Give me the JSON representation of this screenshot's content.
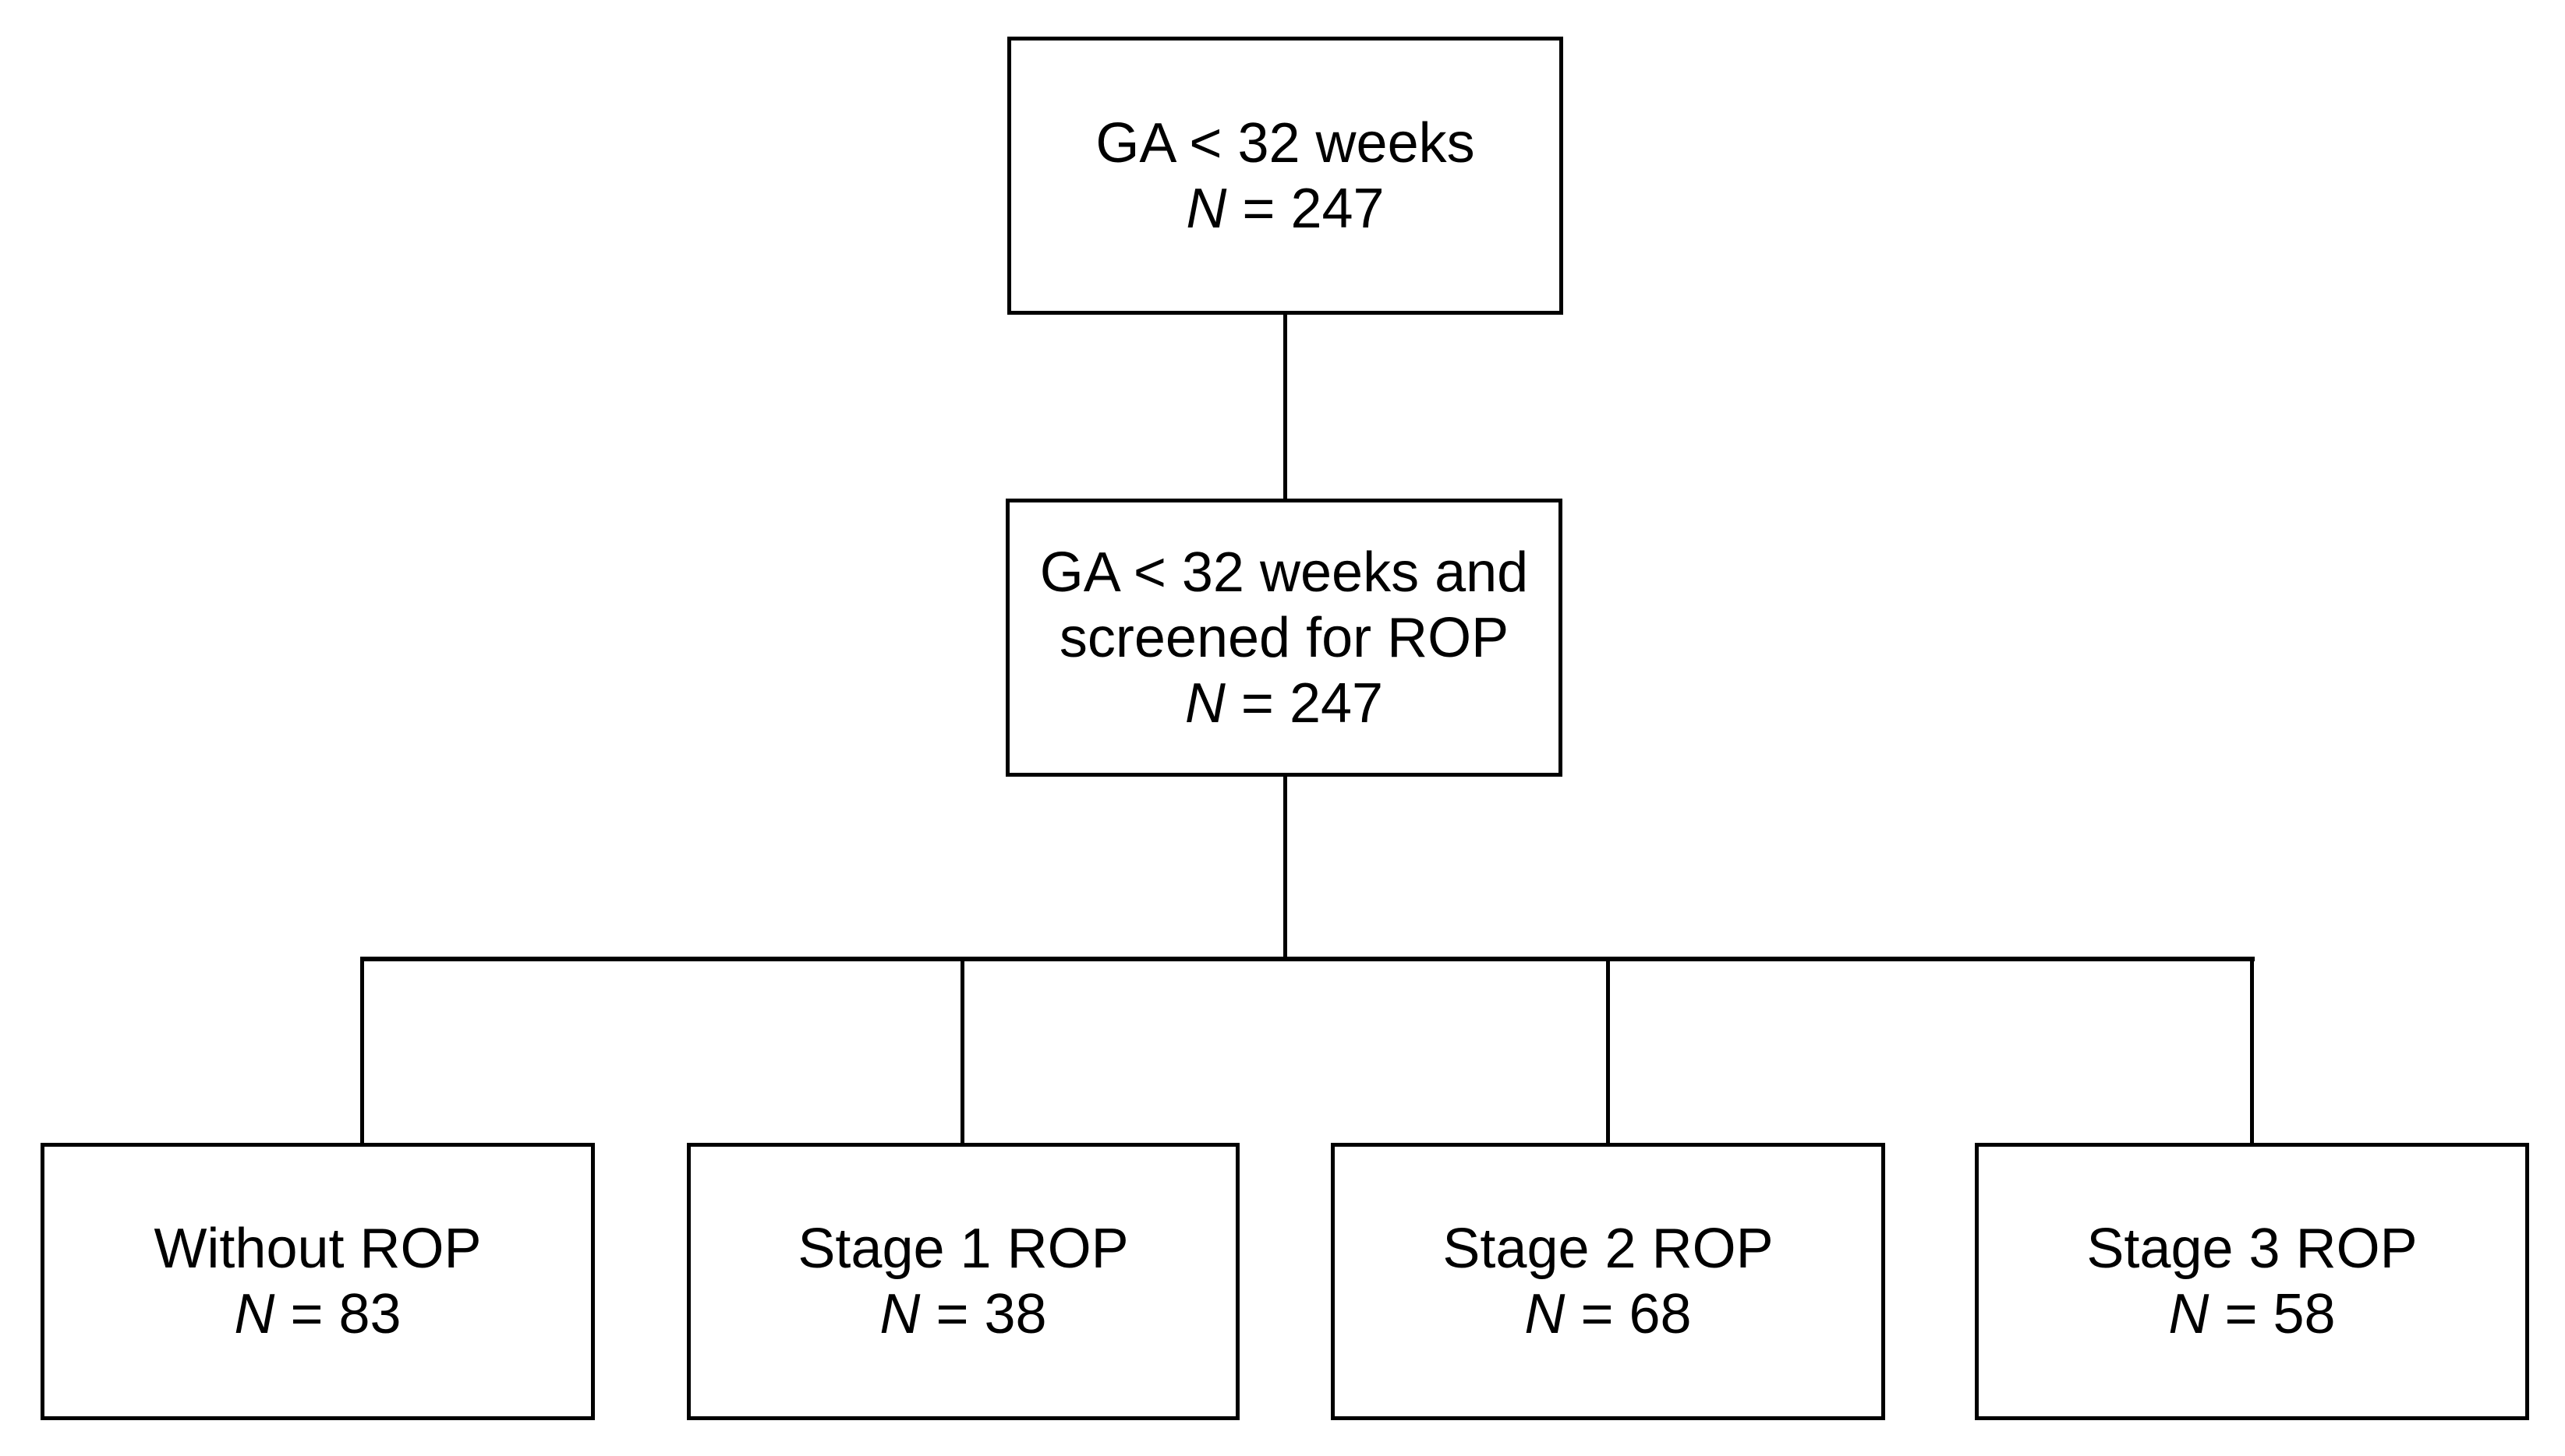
{
  "diagram": {
    "type": "flowchart",
    "background_color": "#ffffff",
    "line_color": "#000000",
    "text_color": "#000000",
    "nodes": {
      "root": {
        "lines": [
          "GA < 32 weeks"
        ],
        "n_symbol": "N",
        "n_rest": "= 247"
      },
      "screened": {
        "lines": [
          "GA < 32 weeks and",
          "screened for ROP"
        ],
        "n_symbol": "N",
        "n_rest": "= 247"
      },
      "without_rop": {
        "lines": [
          "Without ROP"
        ],
        "n_symbol": "N",
        "n_rest": "= 83"
      },
      "stage1": {
        "lines": [
          "Stage 1 ROP"
        ],
        "n_symbol": "N",
        "n_rest": "= 38"
      },
      "stage2": {
        "lines": [
          "Stage 2 ROP"
        ],
        "n_symbol": "N",
        "n_rest": "= 68"
      },
      "stage3": {
        "lines": [
          "Stage 3 ROP"
        ],
        "n_symbol": "N",
        "n_rest": "= 58"
      }
    },
    "edges": [
      {
        "from": "root",
        "to": "screened"
      },
      {
        "from": "screened",
        "to": "without_rop"
      },
      {
        "from": "screened",
        "to": "stage1"
      },
      {
        "from": "screened",
        "to": "stage2"
      },
      {
        "from": "screened",
        "to": "stage3"
      }
    ]
  }
}
